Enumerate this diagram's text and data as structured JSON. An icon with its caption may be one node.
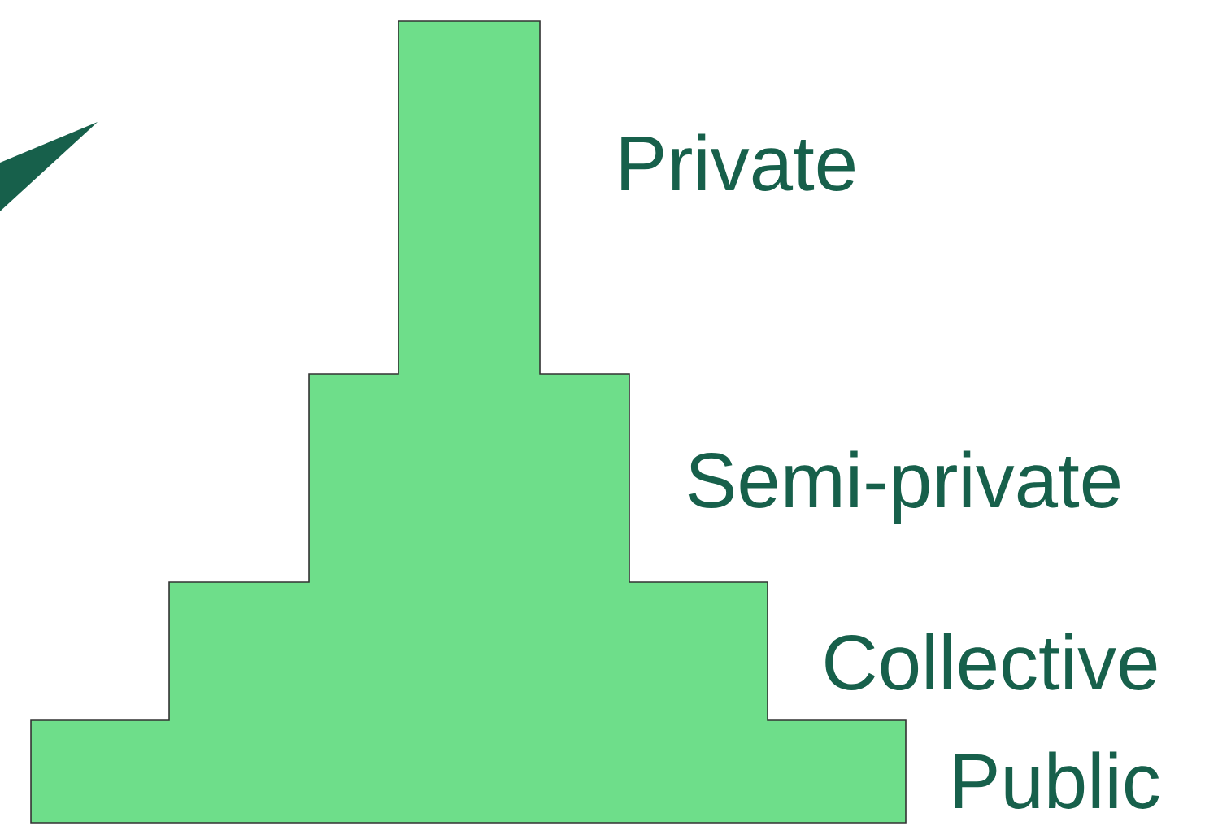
{
  "diagram": {
    "labels": [
      "Private",
      "Semi-private",
      "Collective",
      "Public"
    ]
  }
}
